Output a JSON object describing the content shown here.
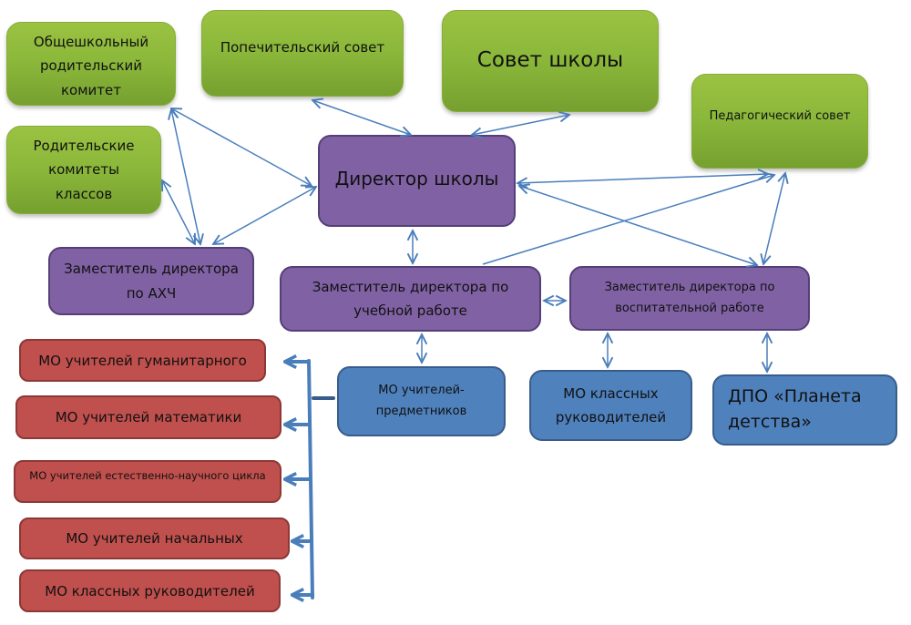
{
  "diagram": {
    "colors": {
      "council": "#9bc242",
      "management": "#8062a4",
      "methodical": "#4f81bd",
      "subject_groups": "#c0504d",
      "connector": "#4a7ebb"
    },
    "councils": {
      "parent_committee": "Общешкольный родительский комитет",
      "trustee_council": "Попечительский совет",
      "school_council": "Совет школы",
      "class_parent_committees": "Родительские комитеты классов",
      "pedagogical_council": "Педагогический совет"
    },
    "management": {
      "director": "Директор школы",
      "deputy_ahch": "Заместитель директора по АХЧ",
      "deputy_academic": "Заместитель директора по учебной работе",
      "deputy_upbringing": "Заместитель директора по воспитательной работе"
    },
    "methodical": {
      "subject_teachers": "МО учителей-предметников",
      "class_leaders": "МО классных руководителей",
      "dpo": "ДПО «Планета детства»"
    },
    "subject_groups": [
      "МО учителей гуманитарного",
      "МО учителей математики",
      "МО учителей естественно-научного цикла",
      "МО учителей начальных",
      "МО классных руководителей"
    ]
  }
}
